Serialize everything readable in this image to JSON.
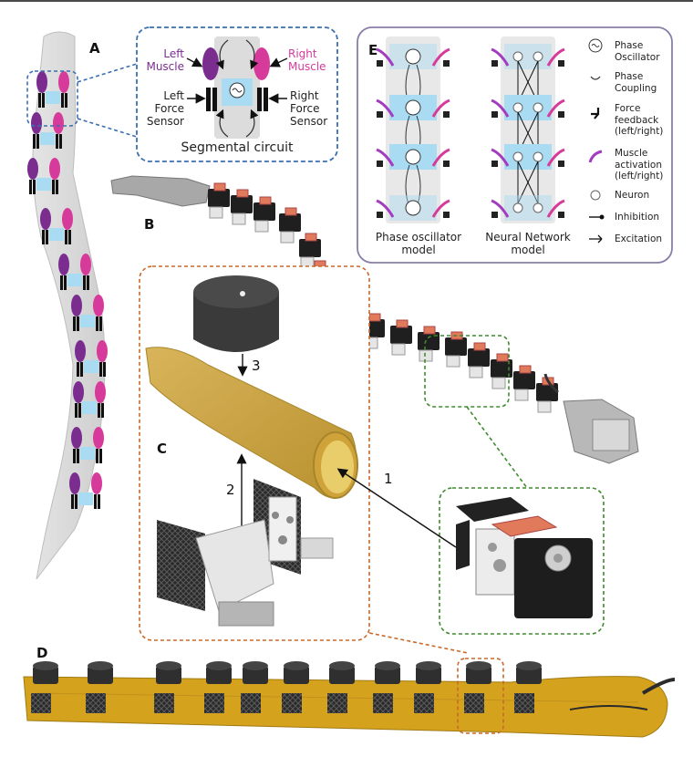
{
  "panels": {
    "a": "A",
    "b": "B",
    "c": "C",
    "d": "D",
    "e": "E"
  },
  "segmental_circuit": {
    "left_muscle": [
      "Left",
      "Muscle"
    ],
    "right_muscle": [
      "Right",
      "Muscle"
    ],
    "left_force_sensor": [
      "Left",
      "Force",
      "Sensor"
    ],
    "right_force_sensor": [
      "Right",
      "Force",
      "Sensor"
    ],
    "title": "Segmental circuit"
  },
  "models": {
    "phase_oscillator": [
      "Phase oscillator",
      "model"
    ],
    "neural_network": [
      "Neural Network",
      "model"
    ]
  },
  "legend": {
    "phase_oscillator": [
      "Phase",
      "Oscillator"
    ],
    "phase_coupling": [
      "Phase",
      "Coupling"
    ],
    "force_feedback": [
      "Force",
      "feedback",
      "(left/right)"
    ],
    "muscle_activation": [
      "Muscle",
      "activation",
      "(left/right)"
    ],
    "neuron": "Neuron",
    "inhibition": "Inhibition",
    "excitation": "Excitation"
  },
  "steps": {
    "one": "1",
    "two": "2",
    "three": "3"
  },
  "colors": {
    "left_muscle": "#7a2d8f",
    "right_muscle": "#d63a9a",
    "sensor_blue": "#a9dcf2",
    "circuit_border": "#3a6fb0",
    "module_border": "#c9692a",
    "detail_border": "#3f8a2e",
    "panel_e_border": "#8a7ea8",
    "skin_yellow": "#e6b21e"
  }
}
